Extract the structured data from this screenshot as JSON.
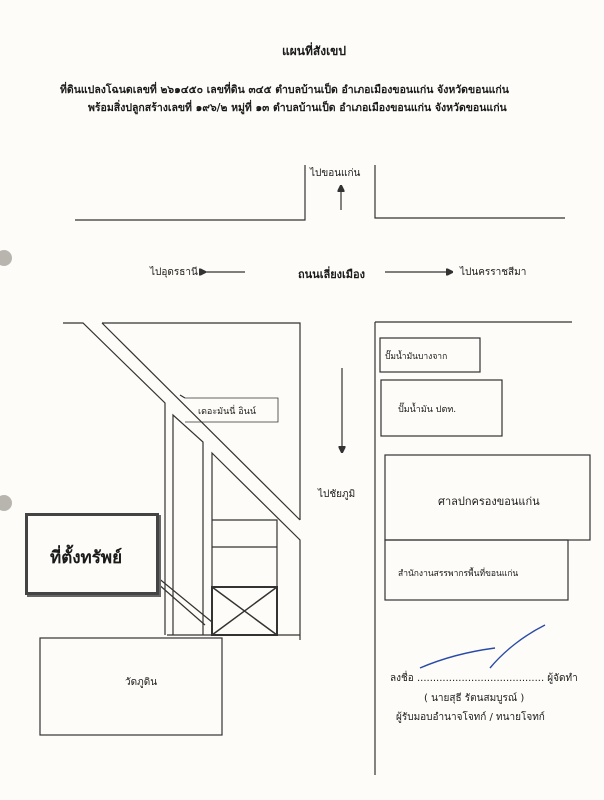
{
  "header": {
    "title": "แผนที่สังเขป",
    "line1": "ที่ดินแปลงโฉนดเลขที่ ๒๖๑๔๕๐ เลขที่ดิน ๓๔๕ ตำบลบ้านเป็ด อำเภอเมืองขอนแก่น จังหวัดขอนแก่น",
    "line2": "พร้อมสิ่งปลูกสร้างเลขที่ ๑๙๖/๒ หมู่ที่ ๑๓ ตำบลบ้านเป็ด อำเภอเมืองขอนแก่น จังหวัดขอนแก่น"
  },
  "map": {
    "to_khonkaen": "ไปขอนแก่น",
    "to_udon": "ไปอุดรธานี",
    "bypass_road": "ถนนเลี่ยงเมือง",
    "to_korat": "ไปนครราชสีมา",
    "to_chaiyaphum": "ไปชัยภูมิ",
    "money_inn": "เดอะมันนี่ อินน์",
    "property_location": "ที่ตั้งทรัพย์",
    "wat": "วัดภูดิน",
    "bangchak": "ปั๊มน้ำมันบางจาก",
    "ptt": "ปั๊มน้ำมัน ปตท.",
    "court": "ศาลปกครองขอนแก่น",
    "revenue_office": "สำนักงานสรรพากรพื้นที่ขอนแก่น"
  },
  "signature": {
    "sign_line": "ลงชื่อ ........................................ ผู้จัดทำ",
    "name": "( นายสุธี  รัตนสมบูรณ์ )",
    "role": "ผู้รับมอบอำนาจโจทก์ / ทนายโจทก์"
  }
}
